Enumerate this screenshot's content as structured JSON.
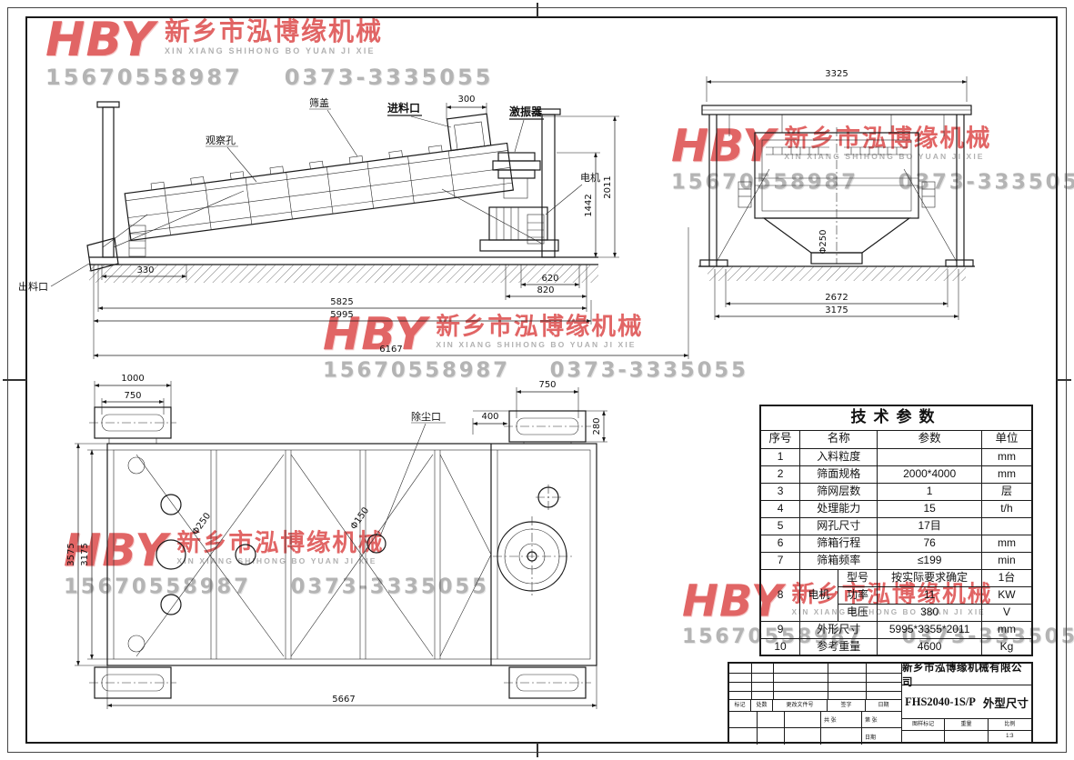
{
  "watermark": {
    "logo": "HBY",
    "company": "新乡市泓博缘机械",
    "company_en": "XIN XIANG SHIHONG BO YUAN JI XIE",
    "phone1": "15670558987",
    "phone2": "0373-3335055"
  },
  "side_view": {
    "labels": {
      "observe_hole": "观察孔",
      "sieve_cover": "筛盖",
      "feed_inlet": "进料口",
      "exciter": "激振器",
      "motor": "电机",
      "discharge": "出料口"
    },
    "dims": {
      "feed_width": "300",
      "height_total": "2011",
      "height_motor": "1442",
      "base_330": "330",
      "base_620": "620",
      "base_820": "820",
      "length_5825": "5825",
      "length_5995": "5995",
      "length_6167": "6167"
    }
  },
  "end_view": {
    "dims": {
      "width_3325": "3325",
      "width_2672": "2672",
      "width_3175": "3175",
      "outlet_dia": "Φ250"
    }
  },
  "top_view": {
    "labels": {
      "dust_port": "除尘口"
    },
    "dims": {
      "flange_1000": "1000",
      "slot_750": "750",
      "dim_400": "400",
      "dim_280": "280",
      "width_3575": "3575",
      "width_3175": "3175",
      "length_5667": "5667",
      "hole_250": "Φ250",
      "hole_150": "Φ150"
    }
  },
  "table": {
    "title": "技术参数",
    "headers": {
      "no": "序号",
      "name": "名称",
      "param": "参数",
      "unit": "单位"
    },
    "rows": [
      {
        "no": "1",
        "name": "入料粒度",
        "param": "",
        "unit": "mm"
      },
      {
        "no": "2",
        "name": "筛面规格",
        "param": "2000*4000",
        "unit": "mm"
      },
      {
        "no": "3",
        "name": "筛网层数",
        "param": "1",
        "unit": "层"
      },
      {
        "no": "4",
        "name": "处理能力",
        "param": "15",
        "unit": "t/h"
      },
      {
        "no": "5",
        "name": "网孔尺寸",
        "param": "17目",
        "unit": ""
      },
      {
        "no": "6",
        "name": "筛箱行程",
        "param": "76",
        "unit": "mm"
      },
      {
        "no": "7",
        "name": "筛箱频率",
        "param": "≤199",
        "unit": "min"
      }
    ],
    "motor": {
      "no": "8",
      "name": "电机",
      "sub": [
        {
          "item": "型号",
          "param": "按实际要求确定",
          "unit": "1台"
        },
        {
          "item": "功率",
          "param": "11",
          "unit": "KW"
        },
        {
          "item": "电压",
          "param": "380",
          "unit": "V"
        }
      ]
    },
    "rows2": [
      {
        "no": "9",
        "name": "外形尺寸",
        "param": "5995*3355*2011",
        "unit": "mm"
      },
      {
        "no": "10",
        "name": "参考重量",
        "param": "4600",
        "unit": "Kg"
      }
    ]
  },
  "title_block": {
    "company": "新乡市泓博缘机械有限公司",
    "model": "FHS2040-1S/P",
    "drawing_title": "外型尺寸",
    "rev_headers": {
      "mark": "标记",
      "count": "处数",
      "doc_no": "更改文件号",
      "sign": "签字",
      "date": "日期"
    },
    "mark_label": "图样标记",
    "weight_label": "重量",
    "scale_label": "比例",
    "scale_value": "1:3",
    "sheets_total": "共 张",
    "sheet_no": "第 张",
    "date_label": "日期"
  }
}
